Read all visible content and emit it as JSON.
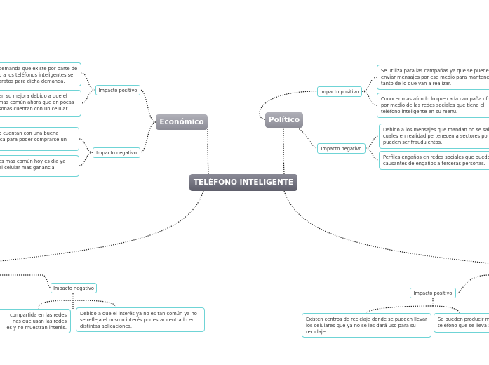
{
  "central": "TELÉFONO INTELIGENTE",
  "branches": {
    "economico": {
      "label": "Económico",
      "positivo": {
        "label": "Impacto positivo",
        "leaves": [
          "demanda que existe por parte de\no a los teléfonos inteligentes se\naratos para dicha demanda.",
          "en su mejora debido a que el\nmas común ahora que en pocas\nsonas cuentan con un celular"
        ]
      },
      "negativo": {
        "label": "Impacto negativo",
        "leaves": [
          "o cuentan con una buena\nica para poder comprarse un",
          "es mas común hoy es día ya\nel celular mas ganancia"
        ]
      }
    },
    "politico": {
      "label": "Político",
      "positivo": {
        "label": "Impacto positivo",
        "leaves": [
          "Se utiliza para las campañas ya que se pueden\nenviar mensajes por ese medio para mantener\ntanto de lo que van a realizar.",
          "Conocer mas afondo lo que cada campaña ofr\npor medio de las redes sociales que tiene el\nteléfono inteligente en su menú."
        ]
      },
      "negativo": {
        "label": "Impacto negativo",
        "leaves": [
          "Debido a los mensajes que mandan no se sab\ncuales en realidad pertenecen a sectores poli\npueden ser fraudulentos.",
          "Perfiles engaños en redes sociales que pueden\ncausantes de engaños a terceras personas."
        ]
      }
    },
    "bottom_left": {
      "negativo": {
        "label": "Impacto negativo",
        "leaves": [
          "compartida en las redes\nnas que usan las redes\nes y no muestran interés.",
          "Debido a que el interés ya no es tan común ya no\nse refleja el mismo interés por estar centrado en\ndistintas aplicaciones."
        ]
      }
    },
    "bottom_right": {
      "positivo": {
        "label": "Impacto positivo",
        "leaves": [
          "Existen centros de reciclaje donde se pueden llevar\nlos celulares que ya no se les dará uso para su\nreciclaje.",
          "Se pueden producir m\nteléfono que se lleva a"
        ]
      }
    }
  },
  "colors": {
    "connector": "#222222",
    "leaf_border": "#6fd4d6",
    "central_bg": "#6f6f7b",
    "main_bg": "#9a9aa3"
  }
}
